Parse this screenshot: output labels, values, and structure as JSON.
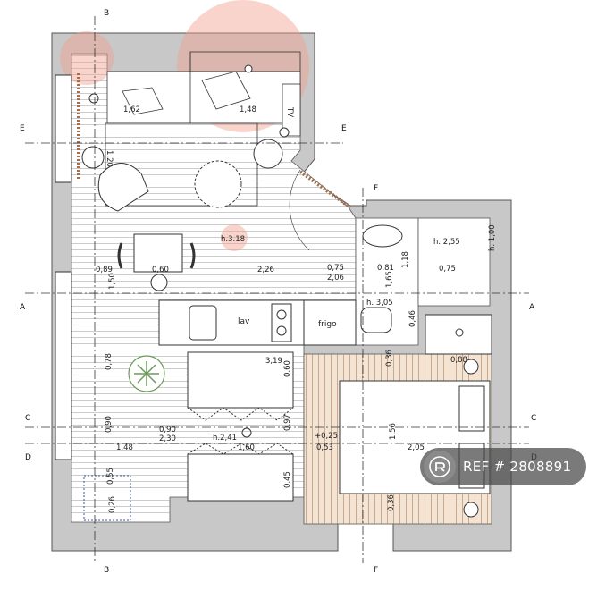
{
  "sections": {
    "B_top": "B",
    "B_bottom": "B",
    "F_top": "F",
    "F_bottom": "F",
    "E_left": "E",
    "E_right": "E",
    "A_left": "A",
    "A_right": "A",
    "C_left": "C",
    "C_right": "C",
    "D_left": "D",
    "D_right": "D"
  },
  "dimensions": {
    "bed_left_width": "1,62",
    "bed_right_width": "1,48",
    "tv": "TV",
    "armchair": "1,20",
    "h_318": "h.3.18",
    "d_089": "0,89",
    "d_060": "0,60",
    "d_226": "2,26",
    "d_075": "0,75",
    "d_081": "0,81",
    "d_206": "2,06",
    "d_118": "1,18",
    "d_150": "1,50",
    "d_165": "1,65",
    "h_255": "h. 2,55",
    "d_100": "h. 1,00",
    "d_075b": "0,75",
    "h_305": "h. 3,05",
    "d_046": "0,46",
    "lav": "lav",
    "frigo": "frigo",
    "d_319": "3,19",
    "d_078": "0,78",
    "d_060b": "0,60",
    "d_036a": "0,36",
    "d_088": "0,88",
    "d_090a": "0,90",
    "d_090b": "0,90",
    "d_230": "2,30",
    "h_241": "h.2,41",
    "d_148": "1,48",
    "d_160": "1,60",
    "d_097": "0,97",
    "d_025": "+0,25",
    "d_053": "0,53",
    "d_156": "1,56",
    "d_205": "2,05",
    "d_055": "0,55",
    "d_026": "0,26",
    "d_045": "0,45",
    "d_036b": "0,36"
  },
  "colors": {
    "wall": "#c8c8c8",
    "highlight": "#f0a090",
    "parquet": "#e8d2b8"
  },
  "watermark": {
    "icon": "camera-logo-icon",
    "text": "REF # 2808891"
  }
}
